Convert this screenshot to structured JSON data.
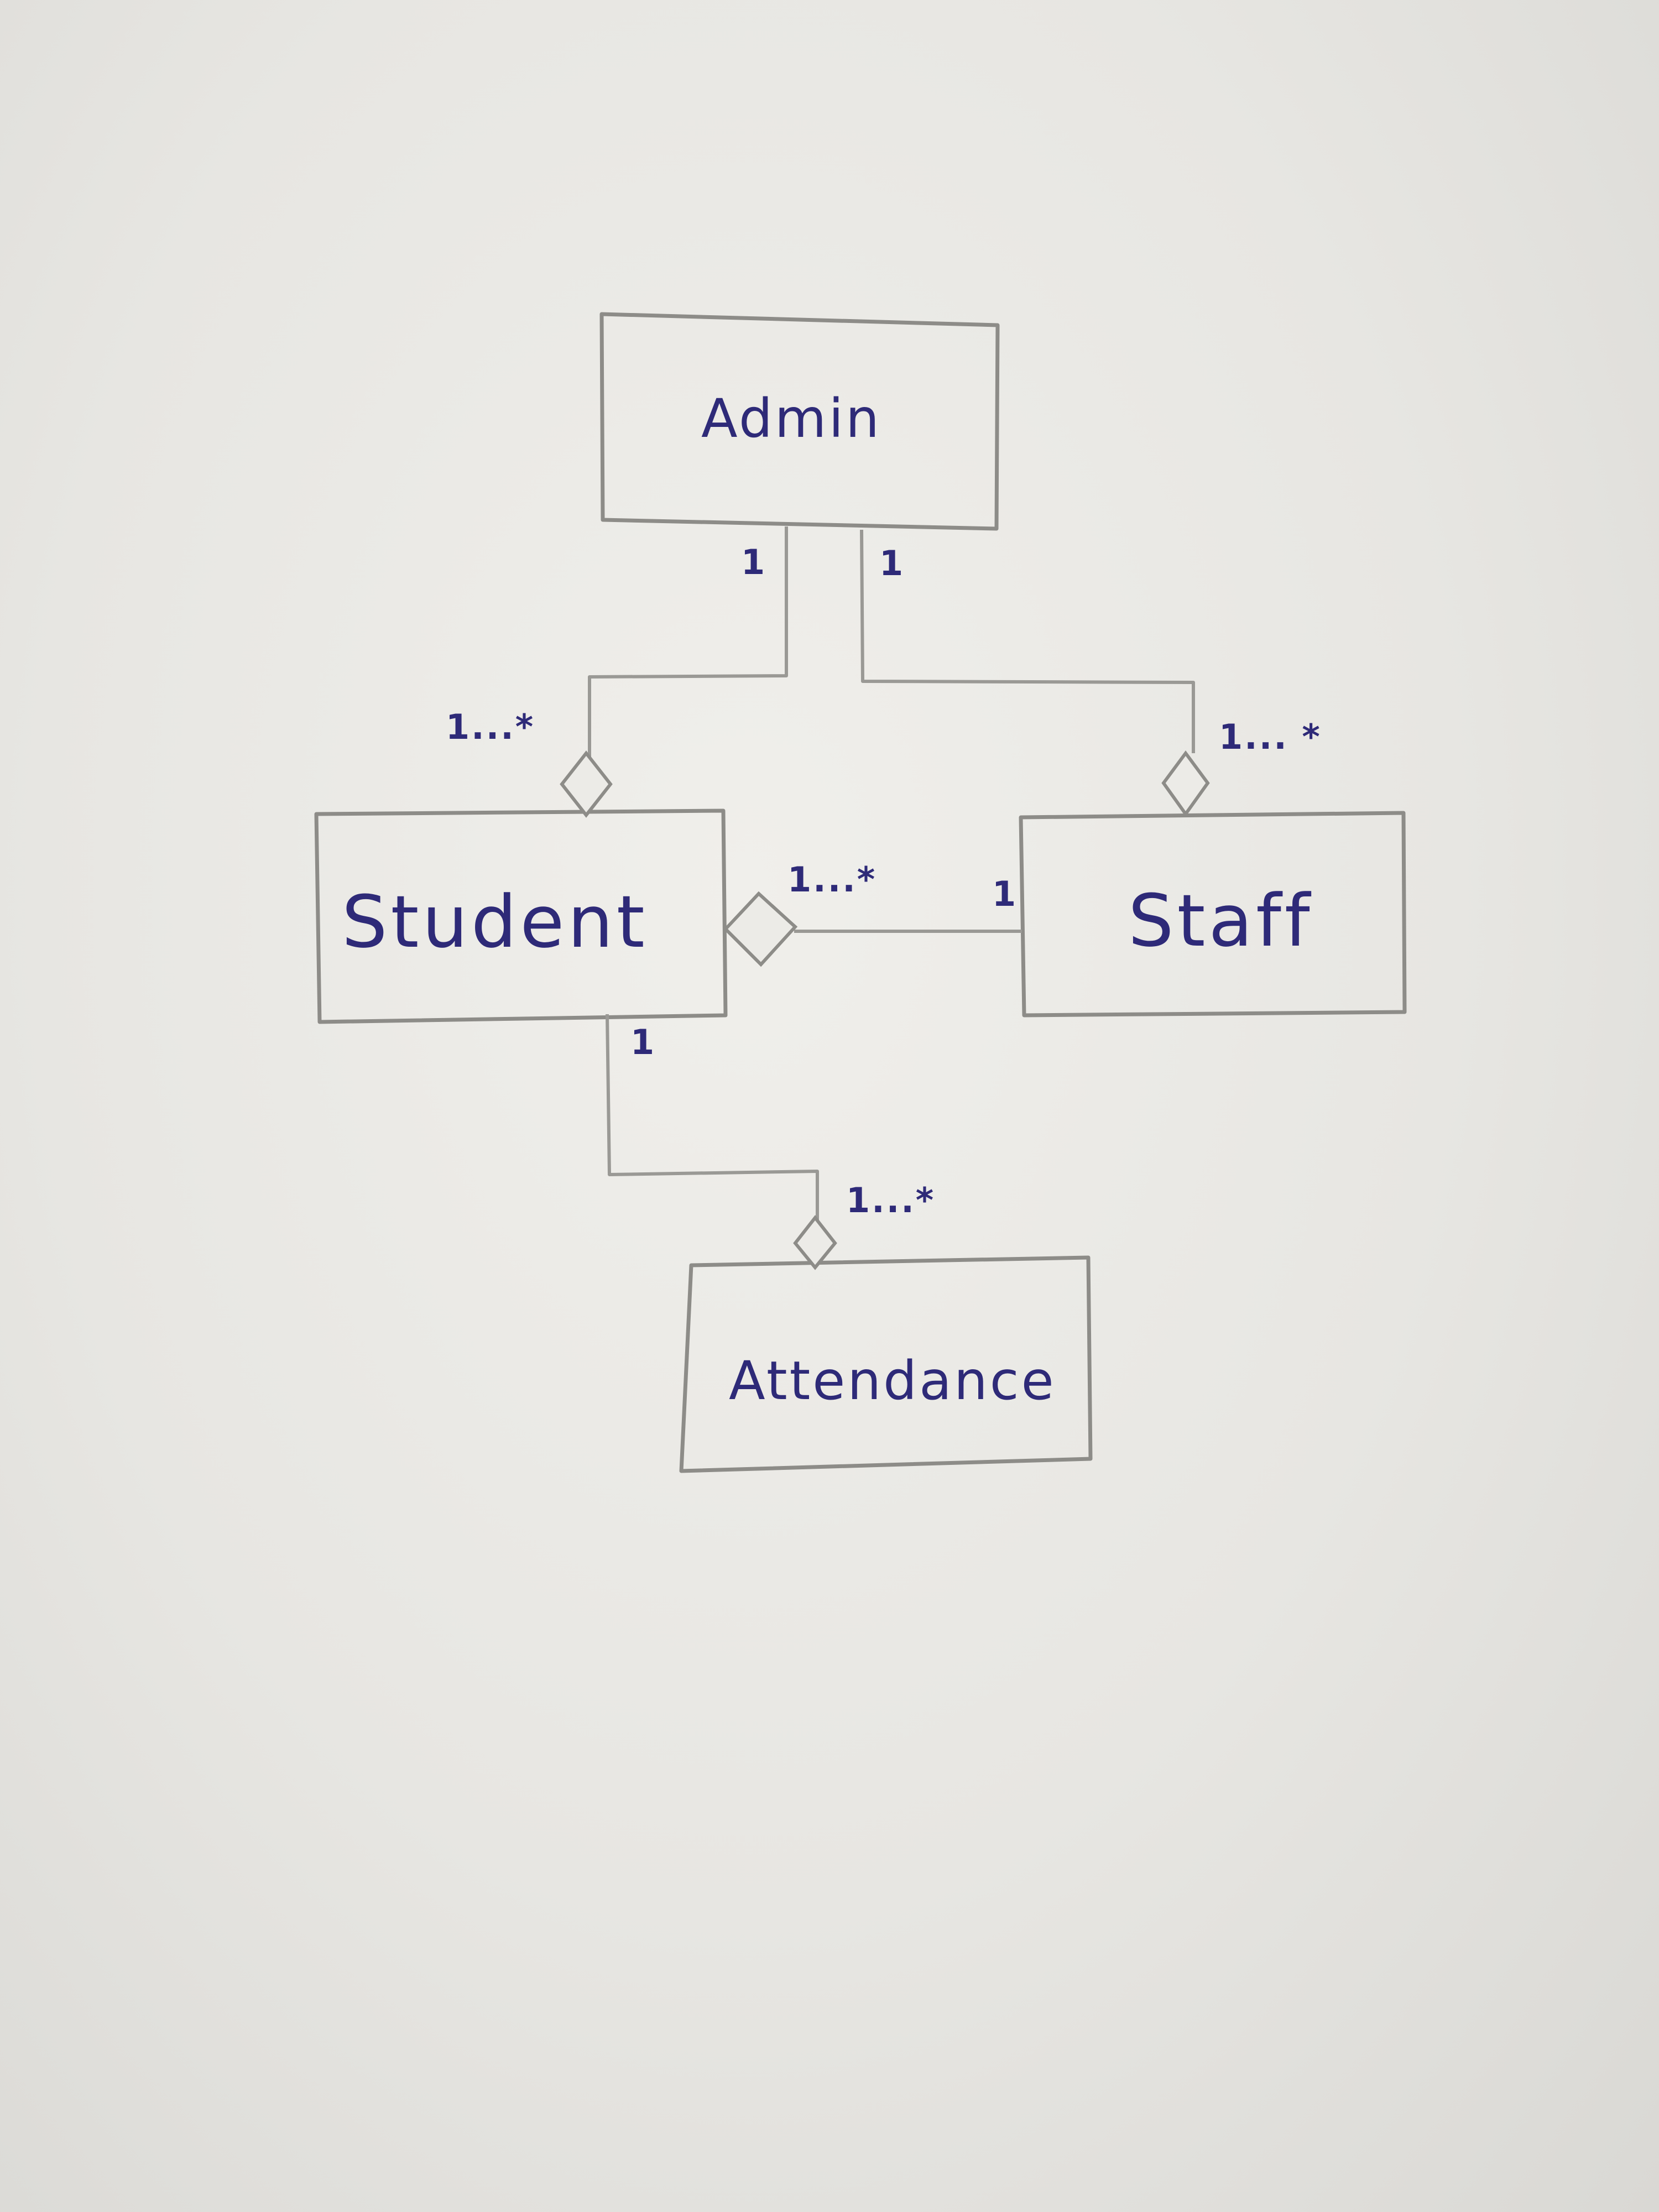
{
  "diagram": {
    "type": "uml-class-diagram",
    "classes": {
      "admin": "Admin",
      "student": "Student",
      "staff": "Staff",
      "attendance": "Attendance"
    },
    "associations": {
      "admin_student": {
        "from": "Admin",
        "to": "Student",
        "source_multiplicity": "1",
        "target_multiplicity": "1...*",
        "kind": "aggregation"
      },
      "admin_staff": {
        "from": "Admin",
        "to": "Staff",
        "source_multiplicity": "1",
        "target_multiplicity": "1... *",
        "kind": "aggregation"
      },
      "staff_student": {
        "from": "Staff",
        "to": "Student",
        "source_multiplicity": "1",
        "target_multiplicity": "1...*",
        "kind": "aggregation"
      },
      "student_attendance": {
        "from": "Student",
        "to": "Attendance",
        "source_multiplicity": "1",
        "target_multiplicity": "1...*",
        "kind": "aggregation"
      }
    }
  }
}
